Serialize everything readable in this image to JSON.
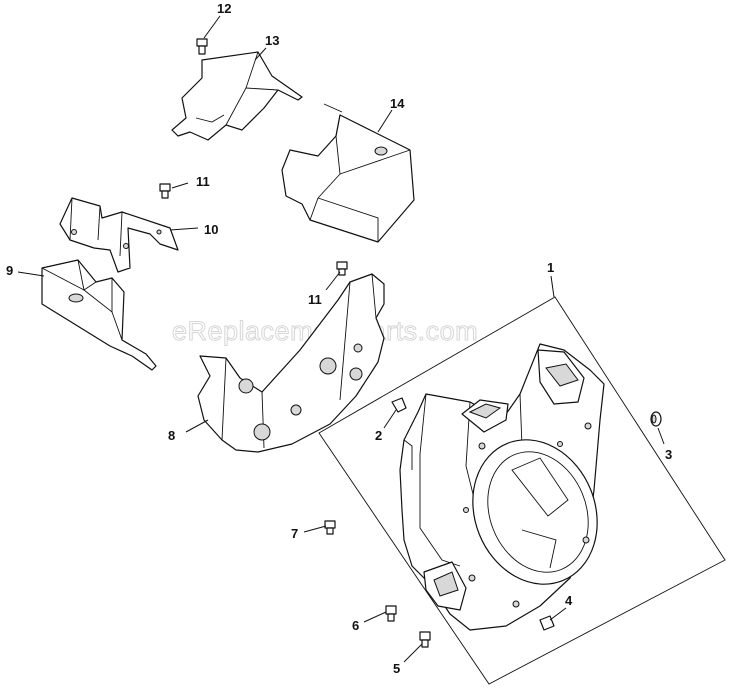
{
  "watermark": "eReplacementParts.com",
  "callouts": [
    {
      "id": "c12",
      "label": "12"
    },
    {
      "id": "c13",
      "label": "13"
    },
    {
      "id": "c14",
      "label": "14"
    },
    {
      "id": "c11a",
      "label": "11"
    },
    {
      "id": "c10",
      "label": "10"
    },
    {
      "id": "c9",
      "label": "9"
    },
    {
      "id": "c11b",
      "label": "11"
    },
    {
      "id": "c1",
      "label": "1"
    },
    {
      "id": "c2",
      "label": "2"
    },
    {
      "id": "c3",
      "label": "3"
    },
    {
      "id": "c8",
      "label": "8"
    },
    {
      "id": "c7",
      "label": "7"
    },
    {
      "id": "c4",
      "label": "4"
    },
    {
      "id": "c6",
      "label": "6"
    },
    {
      "id": "c5",
      "label": "5"
    }
  ]
}
